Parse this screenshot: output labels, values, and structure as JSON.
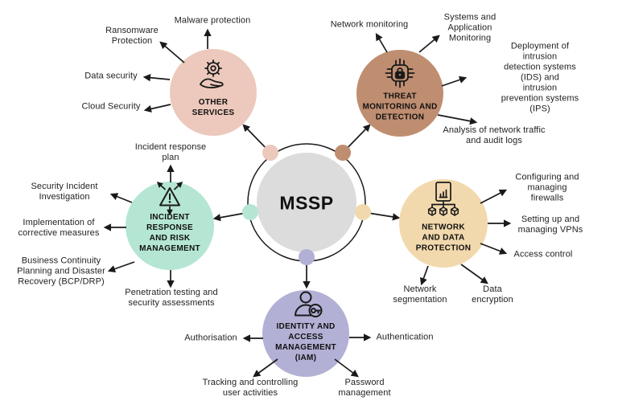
{
  "diagram": {
    "center": {
      "label": "MSSP",
      "color": "#dcdcdc"
    },
    "ring_color": "#1a1a1a",
    "arrow_color": "#1a1a1a",
    "nodes": [
      {
        "id": "other-services",
        "label": "OTHER\nSERVICES",
        "color": "#ecc9bc",
        "icon": "gear-hand-icon",
        "items": [
          "Malware protection",
          "Ransomware\nProtection",
          "Data security",
          "Cloud Security"
        ]
      },
      {
        "id": "threat-monitoring-and-detection",
        "label": "THREAT\nMONITORING AND\nDETECTION",
        "color": "#bf8e71",
        "icon": "circuit-lock-icon",
        "items": [
          "Network monitoring",
          "Systems and\nApplication\nMonitoring",
          "Deployment of intrusion\ndetection systems (IDS) and\nintrusion prevention systems\n(IPS)",
          "Analysis of network traffic\nand audit logs"
        ]
      },
      {
        "id": "incident-response-and-risk-management",
        "label": "INCIDENT\nRESPONSE\nAND RISK\nMANAGEMENT",
        "color": "#b4e6d3",
        "icon": "risk-triangle-icon",
        "items": [
          "Incident response\nplan",
          "Security Incident\nInvestigation",
          "Implementation of\ncorrective measures",
          "Business Continuity\nPlanning and Disaster\nRecovery (BCP/DRP)",
          "Penetration testing and\nsecurity assessments"
        ]
      },
      {
        "id": "network-and-data-protection",
        "label": "NETWORK\nAND DATA\nPROTECTION",
        "color": "#f2d9ad",
        "icon": "data-nodes-icon",
        "items": [
          "Configuring and\nmanaging firewalls",
          "Setting up and\nmanaging VPNs",
          "Access control",
          "Network\nsegmentation",
          "Data\nencryption"
        ]
      },
      {
        "id": "identity-and-access-management",
        "label": "IDENTITY AND\nACCESS\nMANAGEMENT\n(IAM)",
        "color": "#b2b0d4",
        "icon": "user-key-icon",
        "items": [
          "Authorisation",
          "Authentication",
          "Tracking and controlling\nuser activities",
          "Password\nmanagement"
        ]
      }
    ]
  }
}
